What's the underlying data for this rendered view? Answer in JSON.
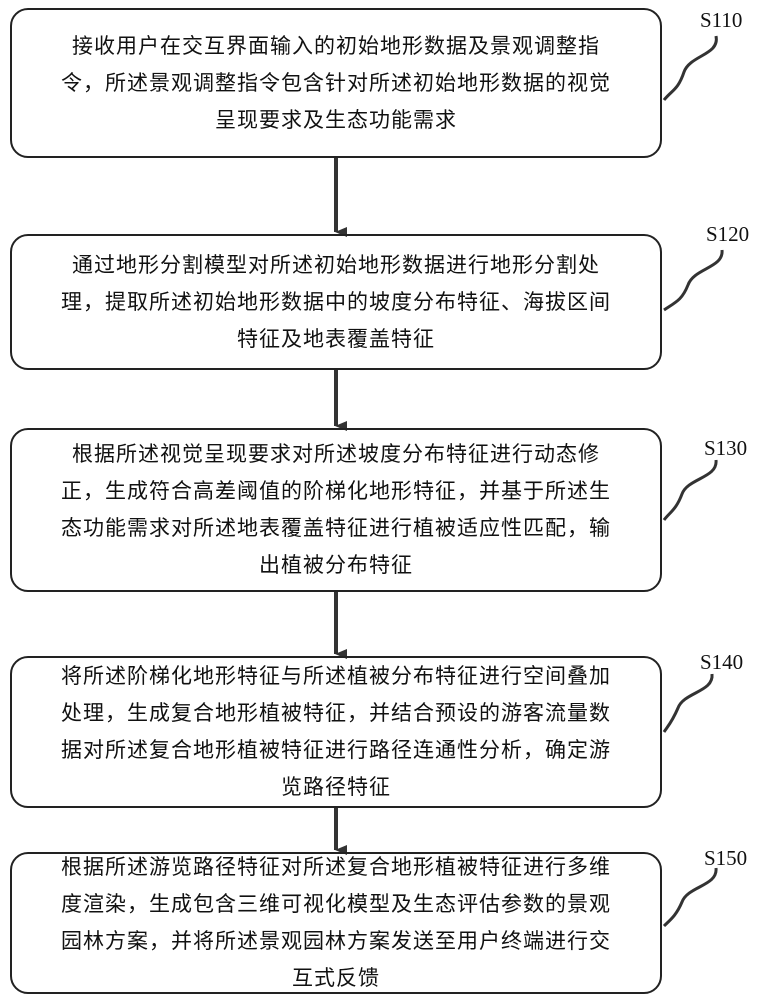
{
  "steps": [
    {
      "id": "S110",
      "lines": [
        "接收用户在交互界面输入的初始地形数据及景观调整指",
        "令，所述景观调整指令包含针对所述初始地形数据的视觉",
        "呈现要求及生态功能需求"
      ]
    },
    {
      "id": "S120",
      "lines": [
        "通过地形分割模型对所述初始地形数据进行地形分割处",
        "理，提取所述初始地形数据中的坡度分布特征、海拔区间",
        "特征及地表覆盖特征"
      ]
    },
    {
      "id": "S130",
      "lines": [
        "根据所述视觉呈现要求对所述坡度分布特征进行动态修",
        "正，生成符合高差阈值的阶梯化地形特征，并基于所述生",
        "态功能需求对所述地表覆盖特征进行植被适应性匹配，输",
        "出植被分布特征"
      ]
    },
    {
      "id": "S140",
      "lines": [
        "将所述阶梯化地形特征与所述植被分布特征进行空间叠加",
        "处理，生成复合地形植被特征，并结合预设的游客流量数",
        "据对所述复合地形植被特征进行路径连通性分析，确定游",
        "览路径特征"
      ]
    },
    {
      "id": "S150",
      "lines": [
        "根据所述游览路径特征对所述复合地形植被特征进行多维",
        "度渲染，生成包含三维可视化模型及生态评估参数的景观",
        "园林方案，并将所述景观园林方案发送至用户终端进行交",
        "互式反馈"
      ]
    }
  ]
}
